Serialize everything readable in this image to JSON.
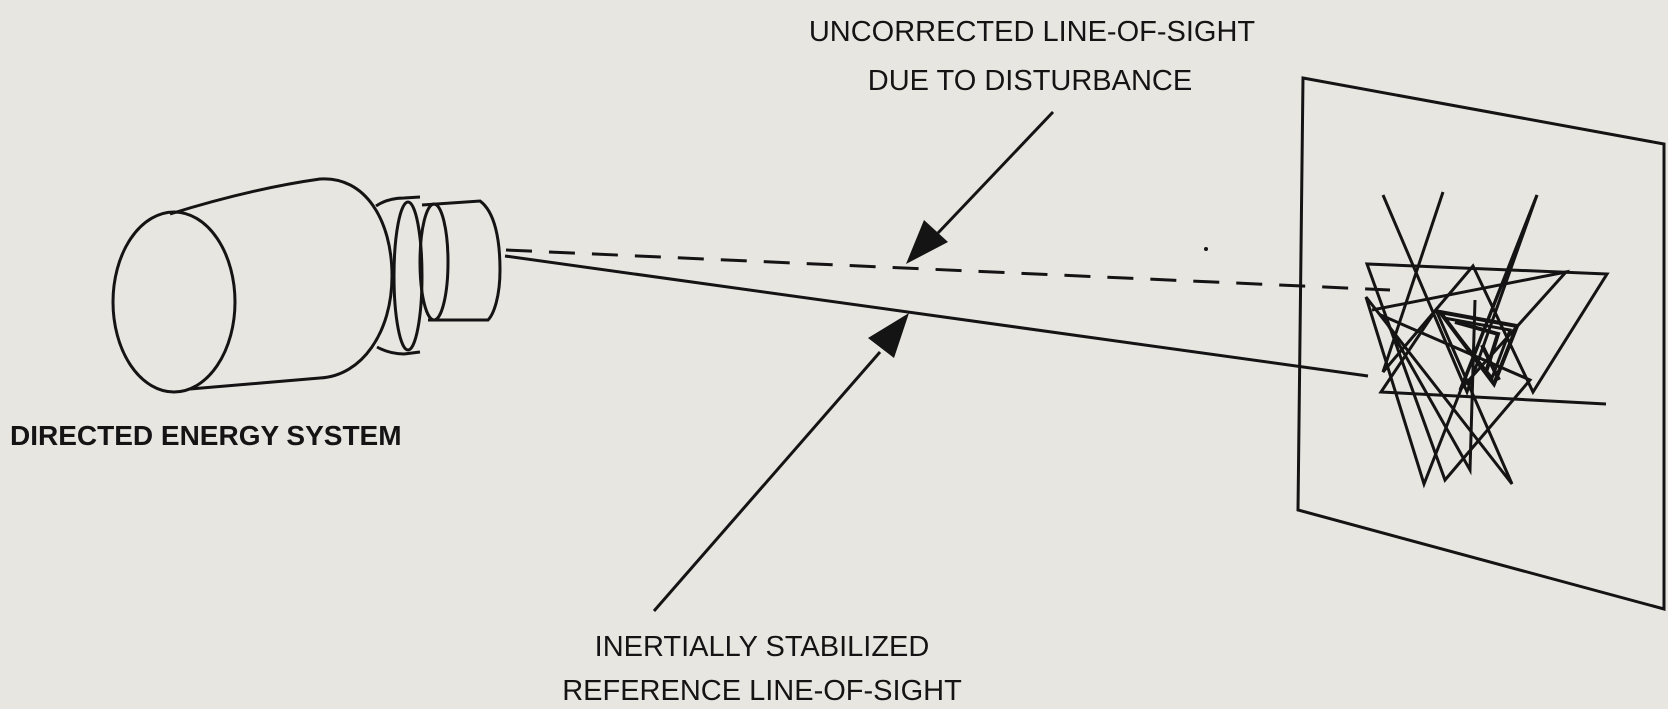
{
  "diagram": {
    "labels": {
      "uncorrected_line1": "UNCORRECTED LINE-OF-SIGHT",
      "uncorrected_line2": "DUE TO DISTURBANCE",
      "system": "DIRECTED ENERGY SYSTEM",
      "stabilized_line1": "INERTIALLY STABILIZED",
      "stabilized_line2": "REFERENCE LINE-OF-SIGHT"
    },
    "colors": {
      "background": "#e8e6e1",
      "ink": "#141414"
    }
  }
}
